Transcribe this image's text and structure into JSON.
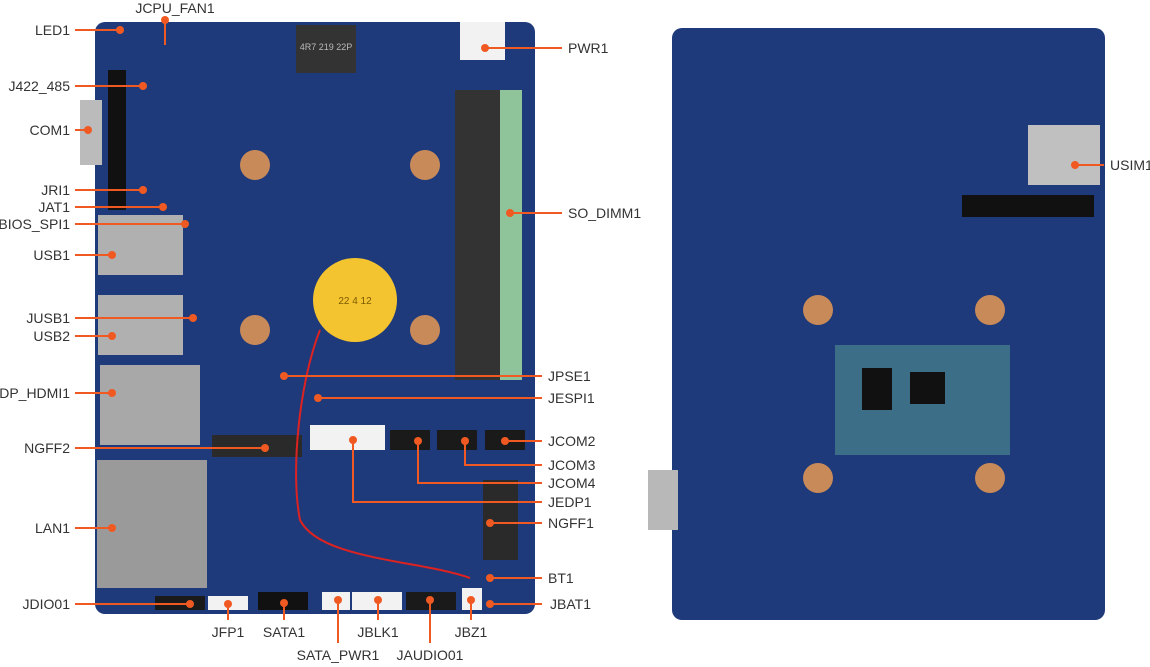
{
  "colors": {
    "board": "#1e3a7a",
    "board_dark": "#16295a",
    "leader": "#f05a22",
    "label": "#333333",
    "metal": "#a8a8a8",
    "connector": "#f2f2f2",
    "header": "#1a1a1a"
  },
  "front_labels": [
    "LED1",
    "JCPU_FAN1",
    "J422_485",
    "COM1",
    "JRI1",
    "JAT1",
    "BIOS_SPI1",
    "USB1",
    "JUSB1",
    "USB2",
    "DP_HDMI1",
    "NGFF2",
    "LAN1",
    "JDIO01",
    "JFP1",
    "SATA1",
    "SATA_PWR1",
    "JBLK1",
    "JAUDIO01",
    "JBZ1",
    "PWR1",
    "SO_DIMM1",
    "JPSE1",
    "JESPI1",
    "JCOM2",
    "JCOM3",
    "JCOM4",
    "JEDP1",
    "NGFF1",
    "BT1",
    "JBAT1"
  ],
  "back_labels": [
    "USIM1"
  ],
  "battery_text": "22 4 12",
  "inductor_text": "4R7 219 22P"
}
